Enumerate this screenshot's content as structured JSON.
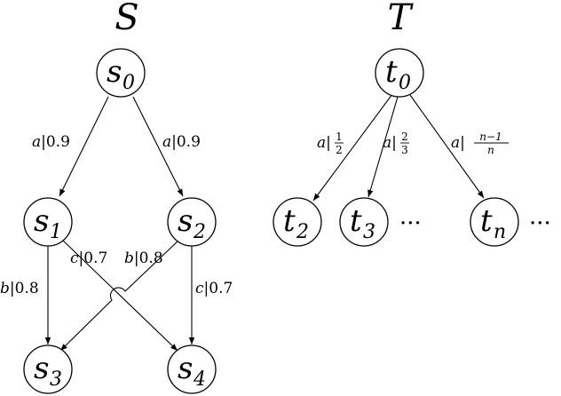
{
  "left": {
    "title": "S",
    "nodes": {
      "s0": {
        "base": "s",
        "sub": "0"
      },
      "s1": {
        "base": "s",
        "sub": "1"
      },
      "s2": {
        "base": "s",
        "sub": "2"
      },
      "s3": {
        "base": "s",
        "sub": "3"
      },
      "s4": {
        "base": "s",
        "sub": "4"
      }
    },
    "edges": {
      "s0_s1": {
        "act": "a",
        "prob": "|0.9"
      },
      "s0_s2": {
        "act": "a",
        "prob": "|0.9"
      },
      "s1_s3": {
        "act": "b",
        "prob": "|0.8"
      },
      "s1_s4": {
        "act": "c",
        "prob": "|0.7"
      },
      "s2_s3": {
        "act": "b",
        "prob": "|0.8"
      },
      "s2_s4": {
        "act": "c",
        "prob": "|0.7"
      }
    }
  },
  "right": {
    "title": "T",
    "nodes": {
      "t0": {
        "base": "t",
        "sub": "0"
      },
      "t2": {
        "base": "t",
        "sub": "2"
      },
      "t3": {
        "base": "t",
        "sub": "3"
      },
      "tn": {
        "base": "t",
        "sub": "n"
      }
    },
    "edges": {
      "t0_t2": {
        "act": "a",
        "bar": "|",
        "num": "1",
        "den": "2"
      },
      "t0_t3": {
        "act": "a",
        "bar": "|",
        "num": "2",
        "den": "3"
      },
      "t0_tn": {
        "act": "a",
        "bar": "|",
        "num": "n−1",
        "den": "n"
      }
    },
    "ellipsis_middle": "···",
    "ellipsis_right": "···"
  }
}
